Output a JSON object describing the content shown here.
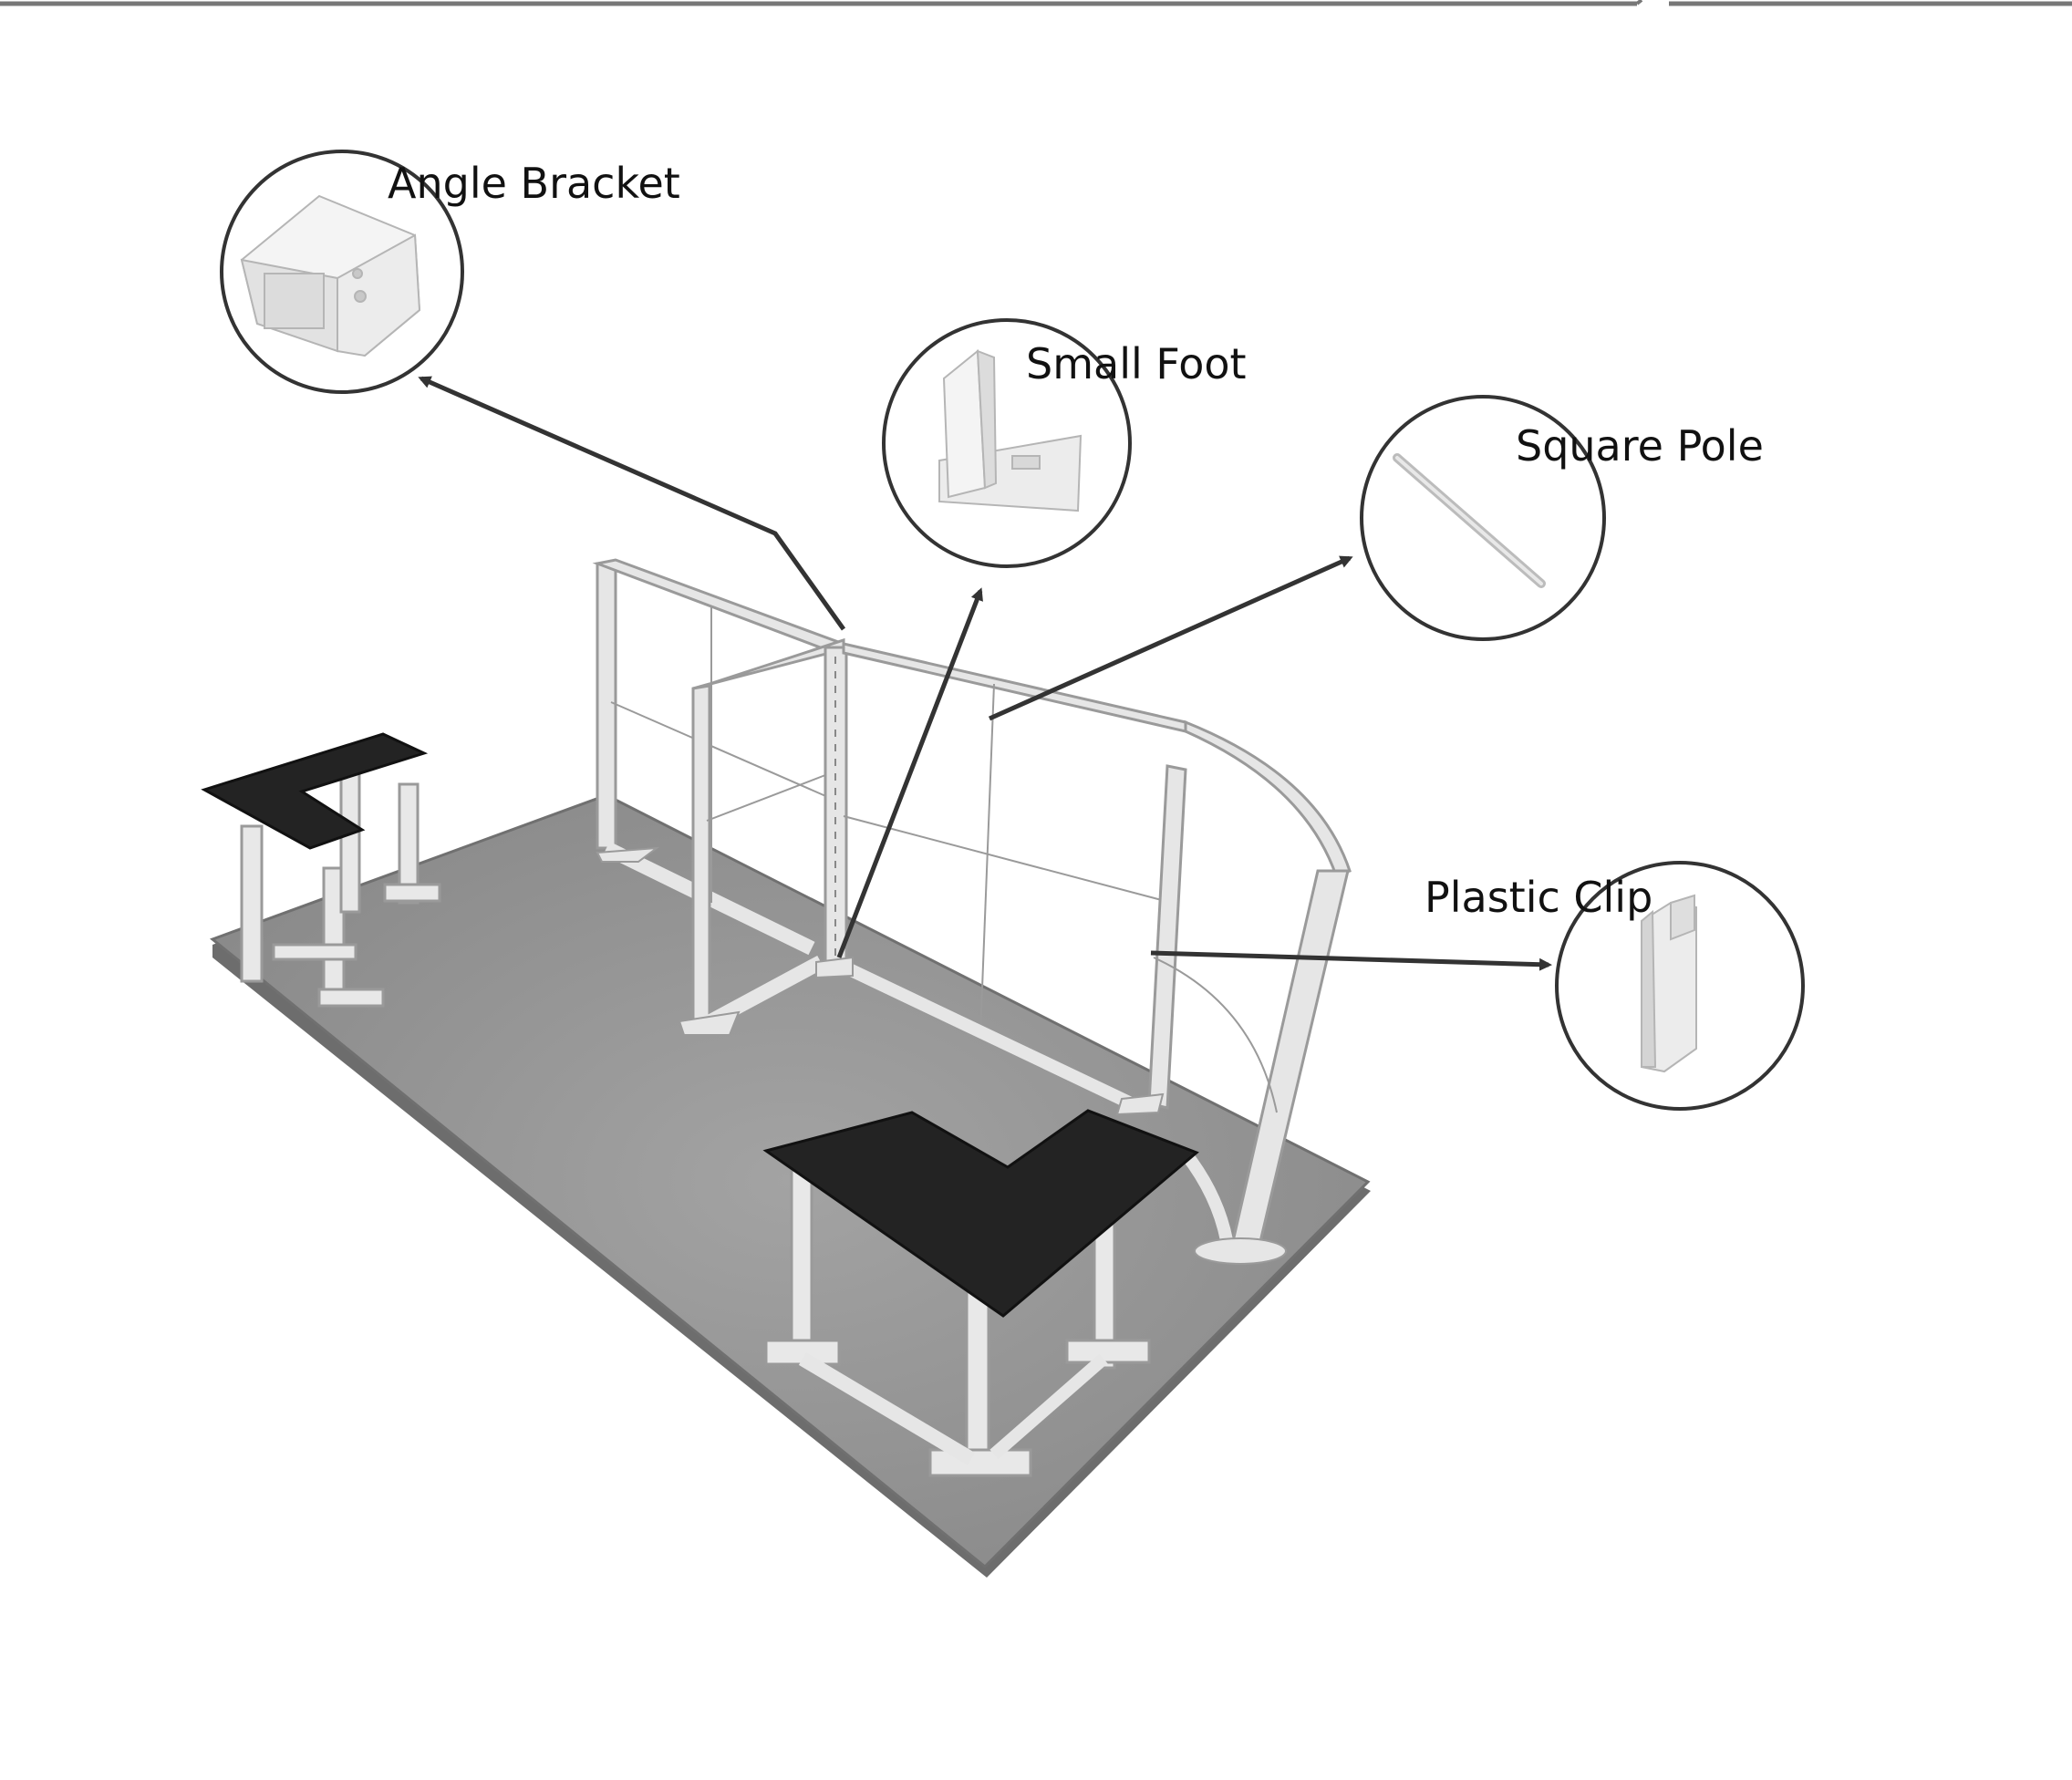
{
  "callouts": {
    "angle_bracket": "Angle Bracket",
    "small_foot": "Small Foot",
    "square_pole": "Square Pole",
    "plastic_clip": "Plastic Clip"
  },
  "colors": {
    "floor": "#8f8f8f",
    "floor_edge": "#6d6d6d",
    "frame": "#e6e6e6",
    "frame_stroke": "#9a9a9a",
    "counter_top": "#232323",
    "arrow": "#333333",
    "circle": "#333333"
  }
}
